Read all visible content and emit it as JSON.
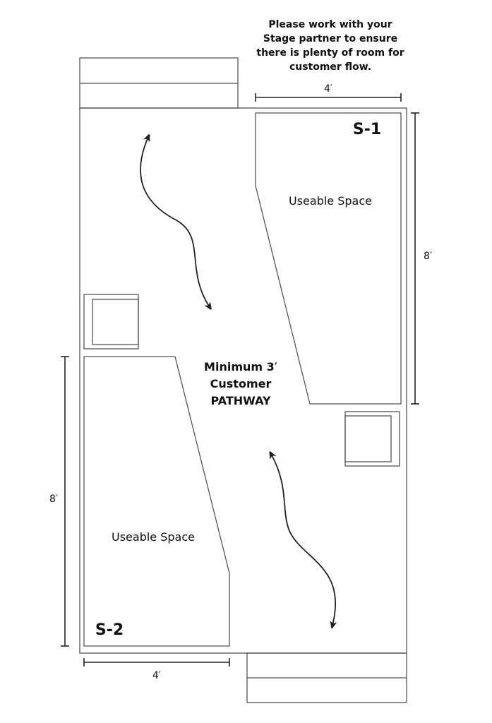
{
  "note": [
    "Please work with your",
    "Stage partner to ensure",
    "there is plenty of room for",
    "customer flow."
  ],
  "stage1": {
    "id": "S-1",
    "area_label": "Useable Space",
    "width": "4′",
    "depth": "8′"
  },
  "stage2": {
    "id": "S-2",
    "area_label": "Useable Space",
    "width": "4′",
    "depth": "8′"
  },
  "pathway": [
    "Minimum 3′",
    "Customer",
    "PATHWAY"
  ]
}
